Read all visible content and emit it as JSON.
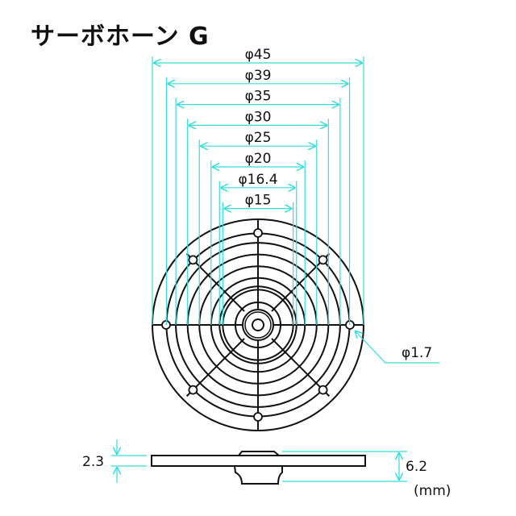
{
  "title": "サーボホーン G",
  "dimensions": [
    {
      "label": "φ45",
      "value": 45
    },
    {
      "label": "φ39",
      "value": 39
    },
    {
      "label": "φ35",
      "value": 35
    },
    {
      "label": "φ30",
      "value": 30
    },
    {
      "label": "φ25",
      "value": 25
    },
    {
      "label": "φ20",
      "value": 20
    },
    {
      "label": "φ16.4",
      "value": 16.4
    },
    {
      "label": "φ15",
      "value": 15
    }
  ],
  "hole_label": "φ1.7",
  "thickness_label": "2.3",
  "height_label": "6.2",
  "unit_label": "(mm)",
  "colors": {
    "dimension": "#33dddd",
    "drawing": "#111111"
  }
}
